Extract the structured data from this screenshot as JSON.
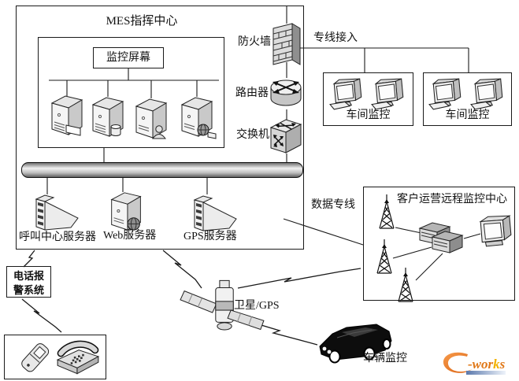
{
  "mes_center": {
    "title": "MES指挥中心",
    "monitor_screen": "监控屏幕",
    "servers": [
      {
        "label": "呼叫中心服务器"
      },
      {
        "label": "Web服务器"
      },
      {
        "label": "GPS服务器"
      }
    ]
  },
  "network": {
    "firewall": "防火墙",
    "router": "路由器",
    "switch": "交换机",
    "dedicated_access": "专线接入",
    "data_line": "数据专线"
  },
  "workshops": [
    {
      "label": "车间监控"
    },
    {
      "label": "车间监控"
    }
  ],
  "customer_center": {
    "title": "客户运营远程监控中心"
  },
  "phone_alarm": {
    "line1": "电话报",
    "line2": "警系统"
  },
  "satellite": {
    "label": "卫星/GPS"
  },
  "vehicle": {
    "label": "车辆监控"
  },
  "logo": {
    "brand": "e-works",
    "mid": "-wor",
    "k": "k",
    "s": "s"
  },
  "colors": {
    "line": "#1a1a1a",
    "logo_orange": "#e07818",
    "logo_yellow": "#f2b200",
    "logo_bar_blue": "#5b79ad"
  },
  "icons": [
    "monitor-screen-box",
    "server-tower-icon",
    "firewall-icon",
    "router-icon",
    "switch-icon",
    "desktop-computer-icon",
    "ramp-server-icon",
    "antenna-tower-icon",
    "rack-servers-icon",
    "crt-monitor-icon",
    "satellite-icon",
    "mobile-phone-icon",
    "desk-phone-icon",
    "car-icon",
    "backbone-bus",
    "lightning-link"
  ]
}
